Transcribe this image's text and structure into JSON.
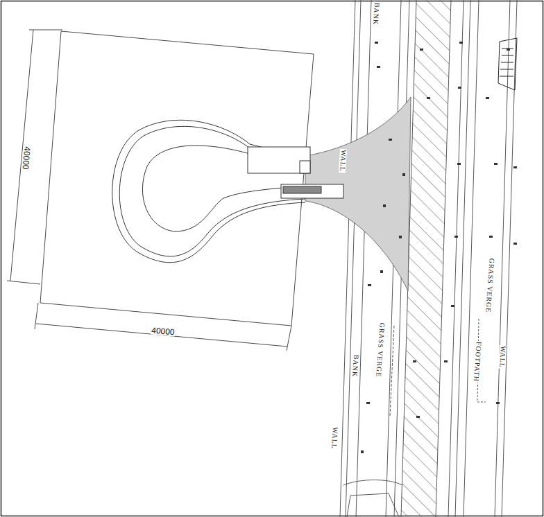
{
  "diagram": {
    "labels": [
      "40000",
      "40000",
      "BANK",
      "WALL",
      "GRASS VERGE",
      "GRASS VERGE",
      "FOOTPATH",
      "WALL",
      "BANK",
      "WALL"
    ]
  }
}
